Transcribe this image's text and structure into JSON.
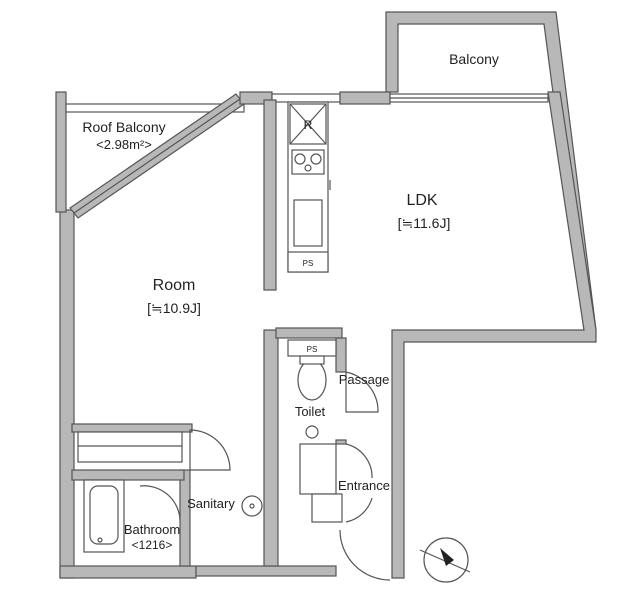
{
  "rooms": {
    "balcony": "Balcony",
    "roof_balcony": "Roof Balcony",
    "roof_balcony_area": "<2.98m²>",
    "ldk": "LDK",
    "ldk_size": "[≒11.6J]",
    "room": "Room",
    "room_size": "[≒10.9J]",
    "passage": "Passage",
    "toilet": "Toilet",
    "entrance": "Entrance",
    "sanitary": "Sanitary",
    "bathroom": "Bathroom",
    "bathroom_size": "<1216>"
  },
  "fixtures": {
    "refrigerator": "R",
    "ps_upper": "PS",
    "ps_lower": "PS"
  }
}
